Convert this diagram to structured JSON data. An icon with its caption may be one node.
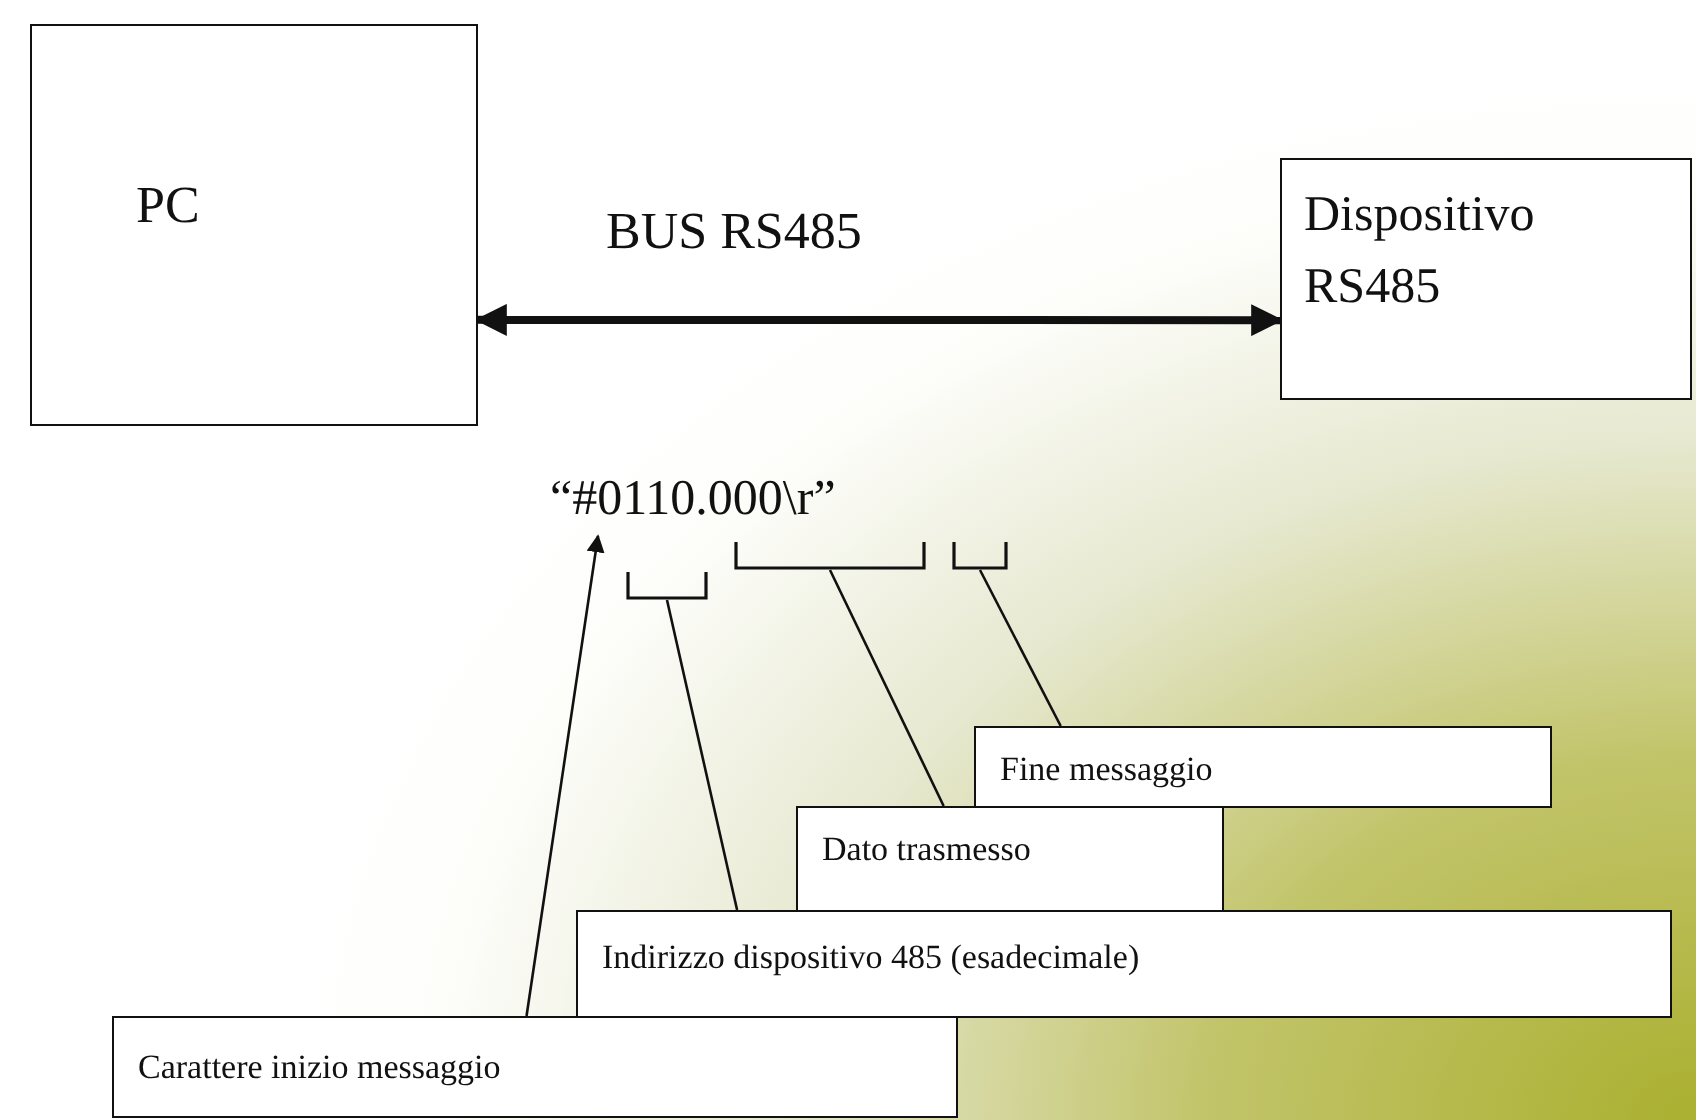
{
  "diagram": {
    "nodes": [
      {
        "text": [
          "PC"
        ]
      },
      {
        "text": [
          "Dispositivo RS485"
        ]
      },
      {
        "text": [
          "“#0110.000\\r”"
        ]
      },
      {
        "text": [],
        "shape": "bracket"
      },
      {
        "text": [],
        "shape": "bracket"
      },
      {
        "text": [],
        "shape": "bracket"
      },
      {
        "text": [
          "Fine messaggio"
        ]
      },
      {
        "text": [
          "Dato trasmesso"
        ]
      },
      {
        "text": [
          "Indirizzo dispositivo 485 (esadecimale)"
        ]
      },
      {
        "text": [
          "Carattere inizio messaggio"
        ]
      }
    ],
    "edges": [
      {
        "from": 0,
        "to": 1,
        "arrow": "both",
        "label": "BUS RS485",
        "style": "thick"
      },
      {
        "from": 9,
        "to": 2,
        "arrow": "to"
      },
      {
        "from": 8,
        "to": 3,
        "arrow": "none"
      },
      {
        "from": 7,
        "to": 4,
        "arrow": "none"
      },
      {
        "from": 6,
        "to": 5,
        "arrow": "none"
      }
    ]
  }
}
